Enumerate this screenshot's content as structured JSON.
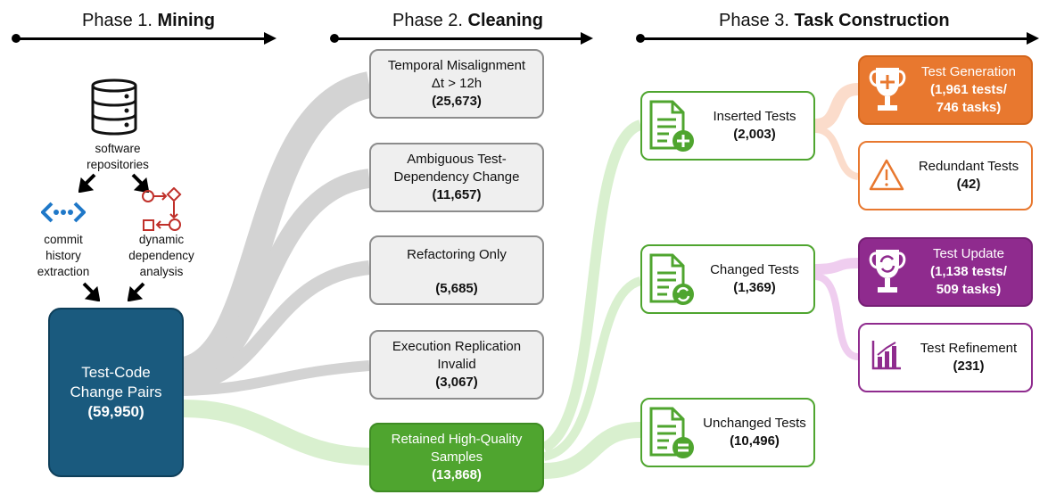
{
  "phases": [
    {
      "label": "Phase 1.",
      "name": "Mining"
    },
    {
      "label": "Phase 2.",
      "name": "Cleaning"
    },
    {
      "label": "Phase 3.",
      "name": "Task Construction"
    }
  ],
  "mining": {
    "repo_label": "software repositories",
    "commit_label": "commit history extraction",
    "dep_label": "dynamic dependency analysis",
    "pairs_title": "Test-Code Change Pairs",
    "pairs_count": "(59,950)"
  },
  "cleaning": [
    {
      "title": "Temporal Misalignment",
      "sub": "Δt > 12h",
      "count": "(25,673)"
    },
    {
      "title": "Ambiguous Test-Dependency Change",
      "sub": "",
      "count": "(11,657)"
    },
    {
      "title": "Refactoring Only",
      "sub": "",
      "count": "(5,685)"
    },
    {
      "title": "Execution Replication Invalid",
      "sub": "",
      "count": "(3,067)"
    },
    {
      "title": "Retained High-Quality Samples",
      "sub": "",
      "count": "(13,868)"
    }
  ],
  "tests": [
    {
      "title": "Inserted Tests",
      "count": "(2,003)"
    },
    {
      "title": "Changed Tests",
      "count": "(1,369)"
    },
    {
      "title": "Unchanged Tests",
      "count": "(10,496)"
    }
  ],
  "tasks": [
    {
      "title": "Test Generation",
      "line1": "(1,961 tests/",
      "line2": "746 tasks)"
    },
    {
      "title": "Redundant Tests",
      "line1": "(42)",
      "line2": ""
    },
    {
      "title": "Test Update",
      "line1": "(1,138 tests/",
      "line2": "509 tasks)"
    },
    {
      "title": "Test Refinement",
      "line1": "(231)",
      "line2": ""
    }
  ],
  "colors": {
    "dark_blue": "#1a5a7e",
    "green": "#4fa52f",
    "orange": "#e8782f",
    "purple": "#8f2b8e",
    "gray_flow": "#d3d3d3",
    "green_flow": "#d9f0cf",
    "orange_flow": "#fbdccb",
    "purple_flow": "#efcdef"
  },
  "icons": [
    "database-icon",
    "git-commit-icon",
    "dependency-graph-icon",
    "document-plus-icon",
    "document-refresh-icon",
    "document-equal-icon",
    "trophy-plus-icon",
    "warning-icon",
    "trophy-refresh-icon",
    "bar-chart-icon"
  ]
}
